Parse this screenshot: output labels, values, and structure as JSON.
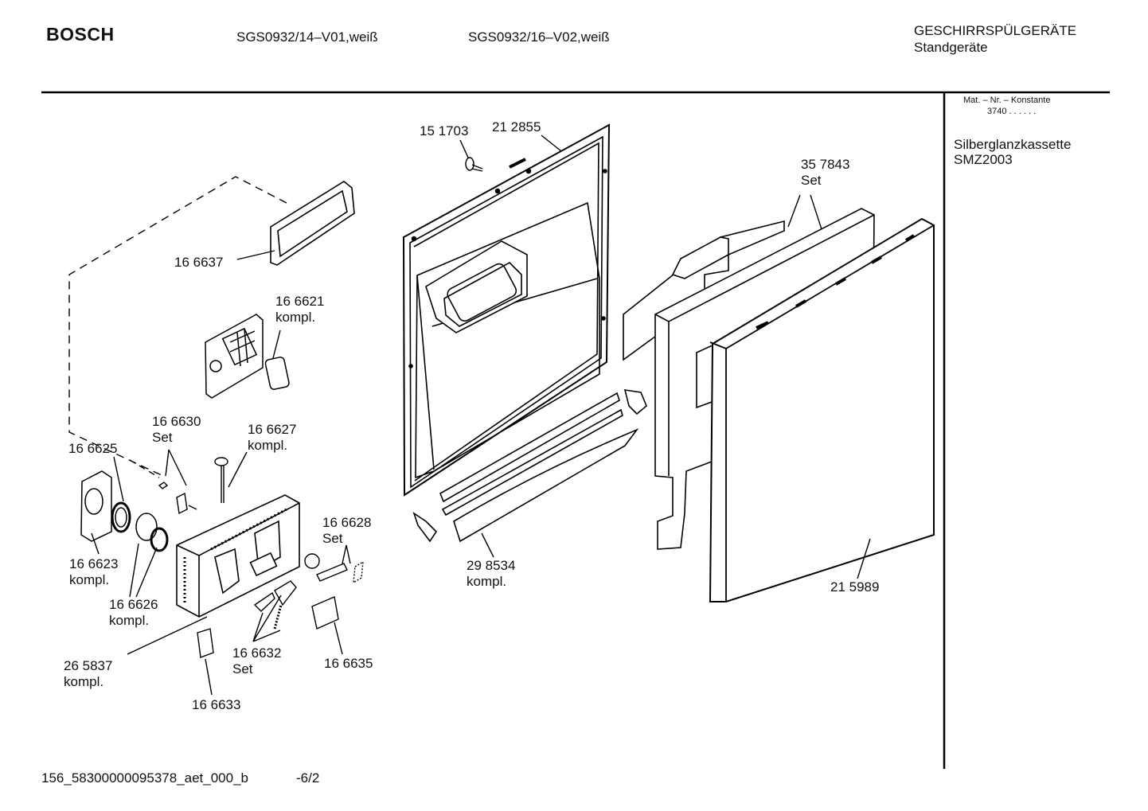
{
  "header": {
    "brand": "BOSCH",
    "model_1": "SGS0932/14–V01,weiß",
    "model_2": "SGS0932/16–V02,weiß",
    "category": "GESCHIRRSPÜLGERÄTE",
    "subcategory": "Standgeräte"
  },
  "sidebar": {
    "mat_label": "Mat. – Nr. – Konstante",
    "mat_value": "3740 . . . . . .",
    "accessory_line1": "Silberglanzkassette",
    "accessory_line2": "SMZ2003"
  },
  "parts": [
    {
      "number": "15 1703",
      "note": ""
    },
    {
      "number": "21 2855",
      "note": ""
    },
    {
      "number": "35 7843",
      "note": "Set"
    },
    {
      "number": "16 6637",
      "note": ""
    },
    {
      "number": "16 6621",
      "note": "kompl."
    },
    {
      "number": "16 6630",
      "note": "Set"
    },
    {
      "number": "16 6627",
      "note": "kompl."
    },
    {
      "number": "16 6625",
      "note": ""
    },
    {
      "number": "16 6628",
      "note": "Set"
    },
    {
      "number": "16 6623",
      "note": "kompl."
    },
    {
      "number": "29 8534",
      "note": "kompl."
    },
    {
      "number": "21 5989",
      "note": ""
    },
    {
      "number": "16 6626",
      "note": "kompl."
    },
    {
      "number": "16 6632",
      "note": "Set"
    },
    {
      "number": "16 6635",
      "note": ""
    },
    {
      "number": "26 5837",
      "note": "kompl."
    },
    {
      "number": "16 6633",
      "note": ""
    }
  ],
  "footer": {
    "doc_id": "156_58300000095378_aet_000_b",
    "page": "-6/2"
  }
}
